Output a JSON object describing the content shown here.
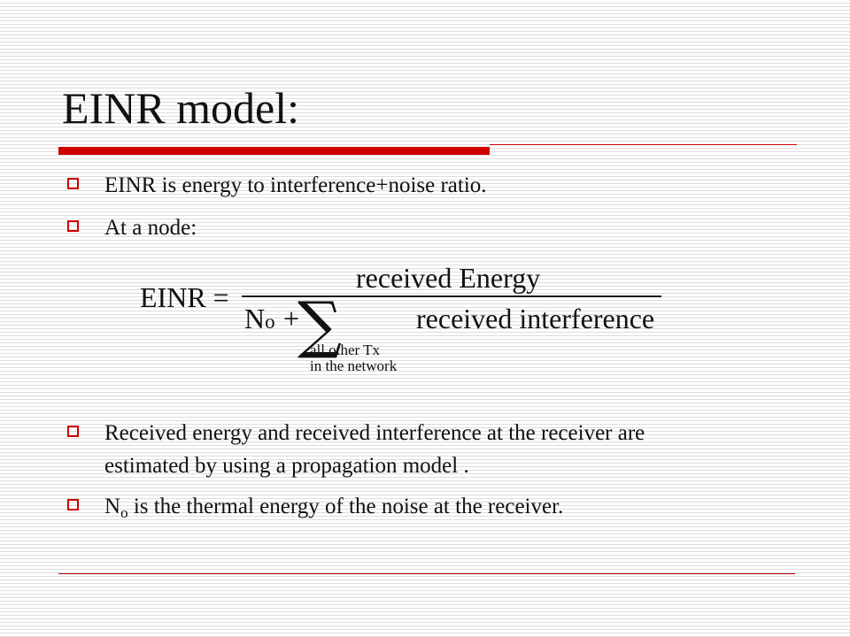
{
  "slide": {
    "title": "EINR model:",
    "accent_color": "#d00000",
    "bullets_top": [
      "EINR is energy to interference+noise ratio.",
      "At a node:"
    ],
    "formula": {
      "lhs": "EINR =",
      "numerator": "received Energy",
      "denominator_noise_main": "N",
      "denominator_noise_sub": "o",
      "denominator_plus": "+",
      "sum_symbol": "∑",
      "sum_limit_line1": "all other Tx",
      "sum_limit_line2": "in the network",
      "denominator_term": "received interference"
    },
    "bullet3_line1": "Received energy and received interference at the receiver are",
    "bullet3_line2": "estimated by using a propagation model .",
    "bullet4": {
      "main": "N",
      "sub": "o",
      "rest": " is the thermal energy of the noise at the receiver."
    }
  }
}
